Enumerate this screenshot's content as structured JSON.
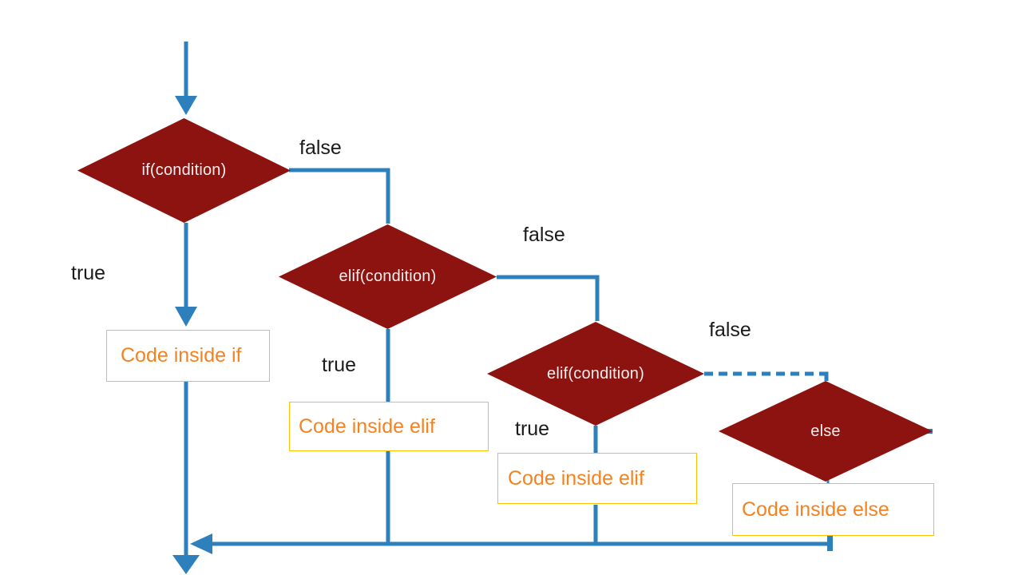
{
  "nodes": {
    "if_decision": {
      "label": "if(condition)"
    },
    "elif1_decision": {
      "label": "elif(condition)"
    },
    "elif2_decision": {
      "label": "elif(condition)"
    },
    "else_decision": {
      "label": "else"
    },
    "code_if": {
      "label": "Code inside if"
    },
    "code_elif1": {
      "label": "Code inside elif"
    },
    "code_elif2": {
      "label": "Code inside elif"
    },
    "code_else": {
      "label": "Code inside else"
    }
  },
  "edge_labels": {
    "if_false": "false",
    "if_true": "true",
    "elif1_false": "false",
    "elif1_true": "true",
    "elif2_false": "false",
    "elif2_true": "true"
  },
  "colors": {
    "diamond_fill": "#8d1310",
    "diamond_text": "#f5eeee",
    "connector": "#2e80bd",
    "code_text": "#f58220",
    "code_border": "#ffc000",
    "label_text": "#1b1b1b",
    "background": "#ffffff"
  }
}
